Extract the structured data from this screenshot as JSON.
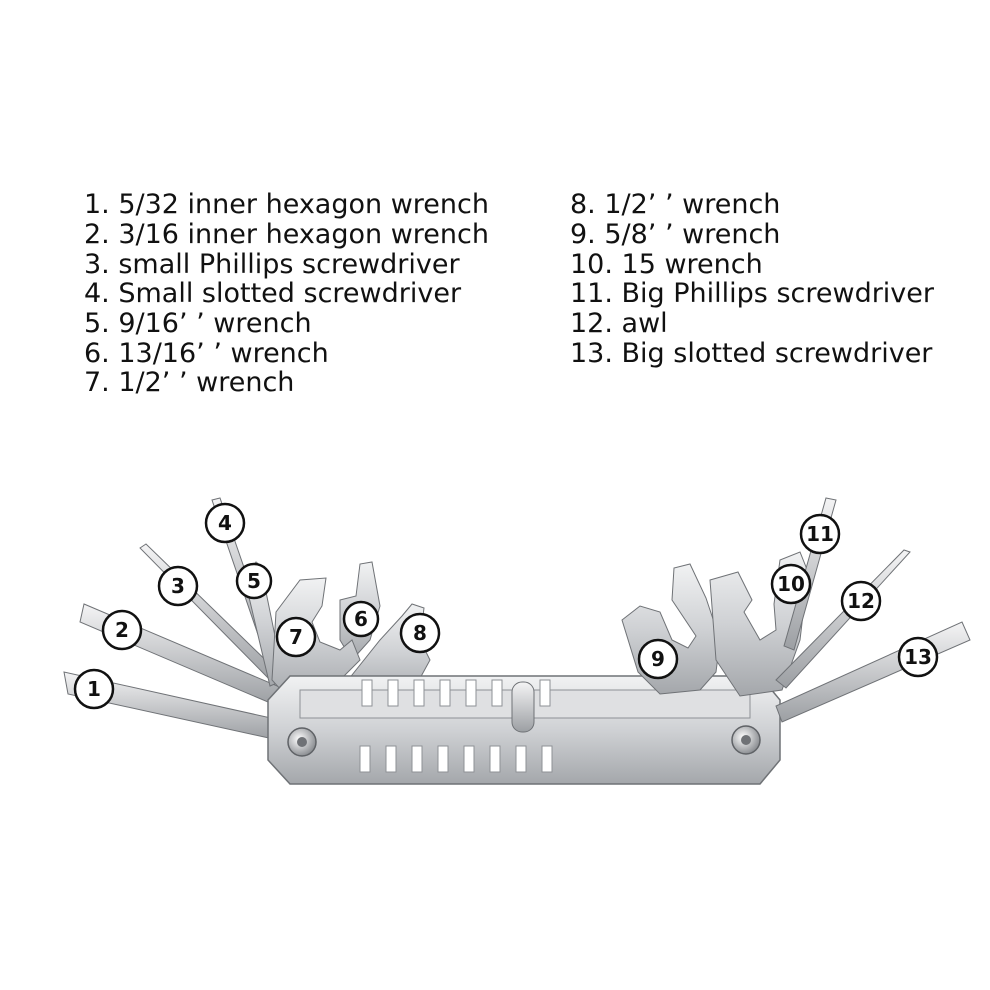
{
  "legend": {
    "left": [
      "1. 5/32 inner hexagon wrench",
      "2. 3/16 inner hexagon wrench",
      "3. small Phillips screwdriver",
      "4. Small slotted screwdriver",
      "5. 9/16’ ’ wrench",
      "6. 13/16’ ’ wrench",
      "7. 1/2’ ’ wrench"
    ],
    "right": [
      "8. 1/2’ ’ wrench",
      "9. 5/8’ ’ wrench",
      "10. 15 wrench",
      "11. Big Phillips screwdriver",
      "12. awl",
      "13. Big slotted screwdriver"
    ]
  },
  "callouts": [
    "1",
    "2",
    "3",
    "4",
    "5",
    "6",
    "7",
    "8",
    "9",
    "10",
    "11",
    "12",
    "13"
  ],
  "colors": {
    "text": "#111111",
    "steel_light": "#e4e5e7",
    "steel_mid": "#c3c5c8",
    "steel_dark": "#8e9195",
    "outline": "#5f6266",
    "callout_ring": "#111111"
  }
}
